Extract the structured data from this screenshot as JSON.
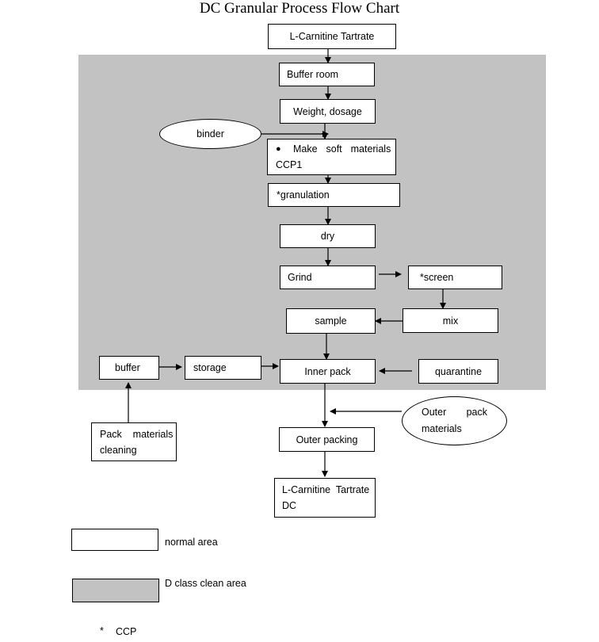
{
  "title": "DC Granular Process Flow Chart",
  "colors": {
    "clean_area": "#c2c2c2",
    "normal_area": "#ffffff",
    "stroke": "#000000"
  },
  "nodes": {
    "raw_material": "L-Carnitine Tartrate",
    "buffer_room": "Buffer room",
    "weight_dosage": "Weight, dosage",
    "binder": "binder",
    "make_soft_line1": "Make  soft  materials",
    "make_soft_line2": "CCP1",
    "bullet": "●",
    "granulation": "*granulation",
    "dry": "dry",
    "grind": "Grind",
    "screen": "*screen",
    "mix": "mix",
    "sample": "sample",
    "inner_pack": "Inner pack",
    "quarantine": "quarantine",
    "storage": "storage",
    "buffer": "buffer",
    "pack_cleaning_line1": "Pack    materials",
    "pack_cleaning_line2": "cleaning",
    "outer_materials_word1": "Outer",
    "outer_materials_word2": "pack",
    "outer_materials_line2": "materials",
    "outer_packing": "Outer packing",
    "product_line1": "L-Carnitine  Tartrate",
    "product_line2": "DC"
  },
  "legend": {
    "normal_area": "normal area",
    "clean_area": "D class clean area",
    "ccp_symbol": "*",
    "ccp_label": "CCP"
  }
}
